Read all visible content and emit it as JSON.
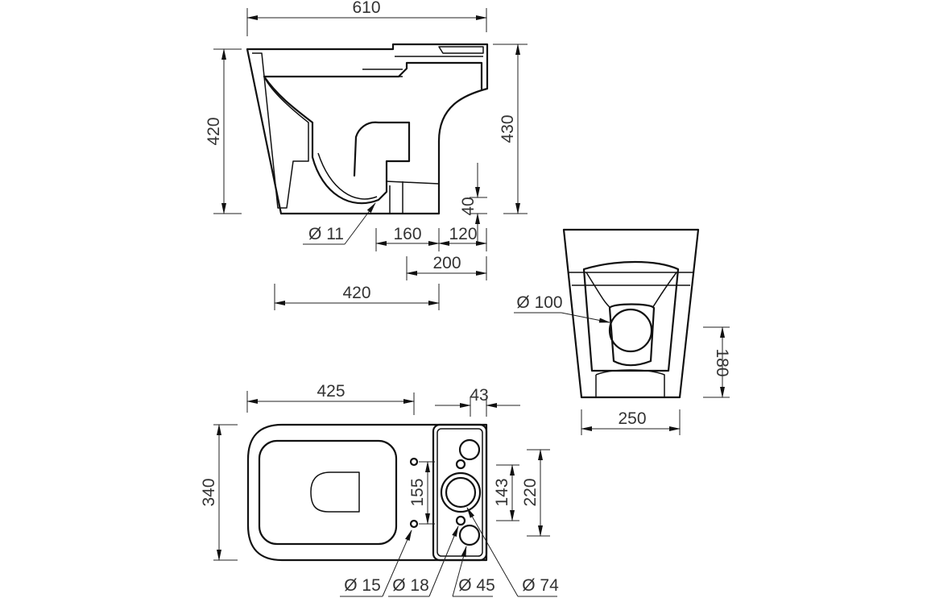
{
  "drawing": {
    "type": "technical-drawing",
    "subject": "close-coupled back-to-wall toilet",
    "units": "mm",
    "views": {
      "side_view": {
        "dimensions": {
          "overall_length": "610",
          "pan_height": "420",
          "overall_height": "430",
          "outlet_height": "40",
          "outlet_to_back_1": "160",
          "outlet_to_back_2": "120",
          "outlet_offset": "200",
          "fixing_depth": "420",
          "inlet_diameter": "11"
        }
      },
      "rear_view": {
        "dimensions": {
          "outlet_diameter": "100",
          "outlet_centre_height": "180",
          "base_width": "250"
        }
      },
      "plan_view": {
        "dimensions": {
          "pan_length": "425",
          "cistern_offset": "43",
          "overall_width": "340",
          "fixing_hole_spacing": "155",
          "inner_spacing": "143",
          "outer_spacing": "220",
          "fixing_hole_diameter": "15",
          "small_hole_diameter": "18",
          "water_hole_diameter": "45",
          "flush_hole_diameter": "74"
        }
      }
    },
    "diameter_symbol": "Ø"
  }
}
